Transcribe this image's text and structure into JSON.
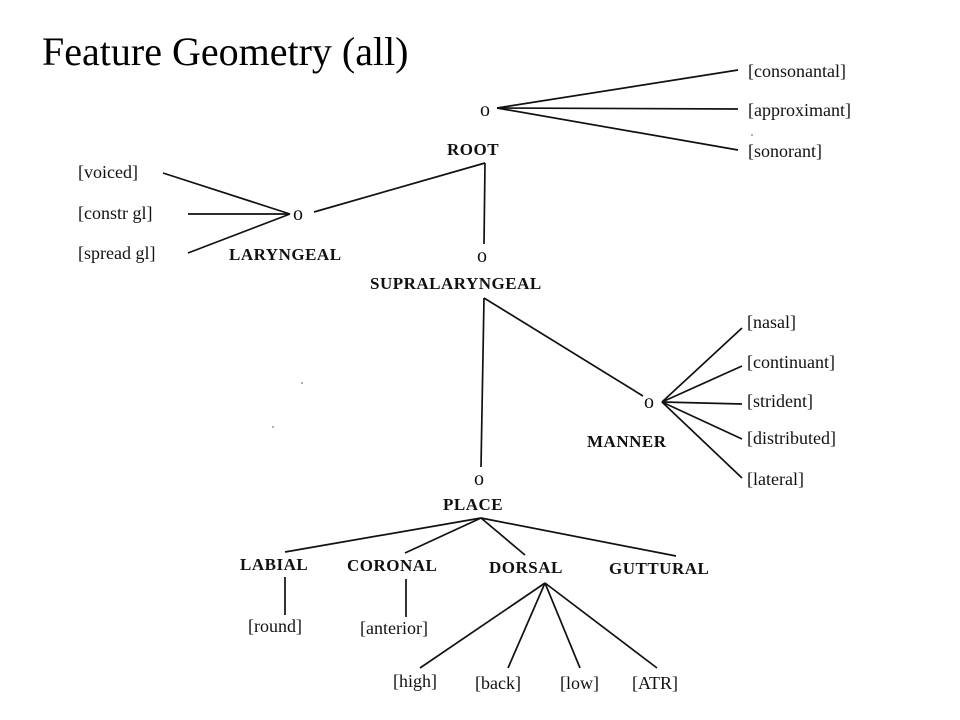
{
  "title": "Feature Geometry (all)",
  "node_marker": "o",
  "nodes": {
    "root": "ROOT",
    "laryngeal": "LARYNGEAL",
    "supralaryngeal": "SUPRALARYNGEAL",
    "manner": "MANNER",
    "place": "PLACE",
    "labial": "LABIAL",
    "coronal": "CORONAL",
    "dorsal": "DORSAL",
    "guttural": "GUTTURAL"
  },
  "features": {
    "root": [
      "[consonantal]",
      "[approximant]",
      "[sonorant]"
    ],
    "laryngeal": [
      "[voiced]",
      "[constr gl]",
      "[spread gl]"
    ],
    "manner": [
      "[nasal]",
      "[continuant]",
      "[strident]",
      "[distributed]",
      "[lateral]"
    ],
    "labial": [
      "[round]"
    ],
    "coronal": [
      "[anterior]"
    ],
    "dorsal": [
      "[high]",
      "[back]",
      "[low]",
      "[ATR]"
    ]
  }
}
